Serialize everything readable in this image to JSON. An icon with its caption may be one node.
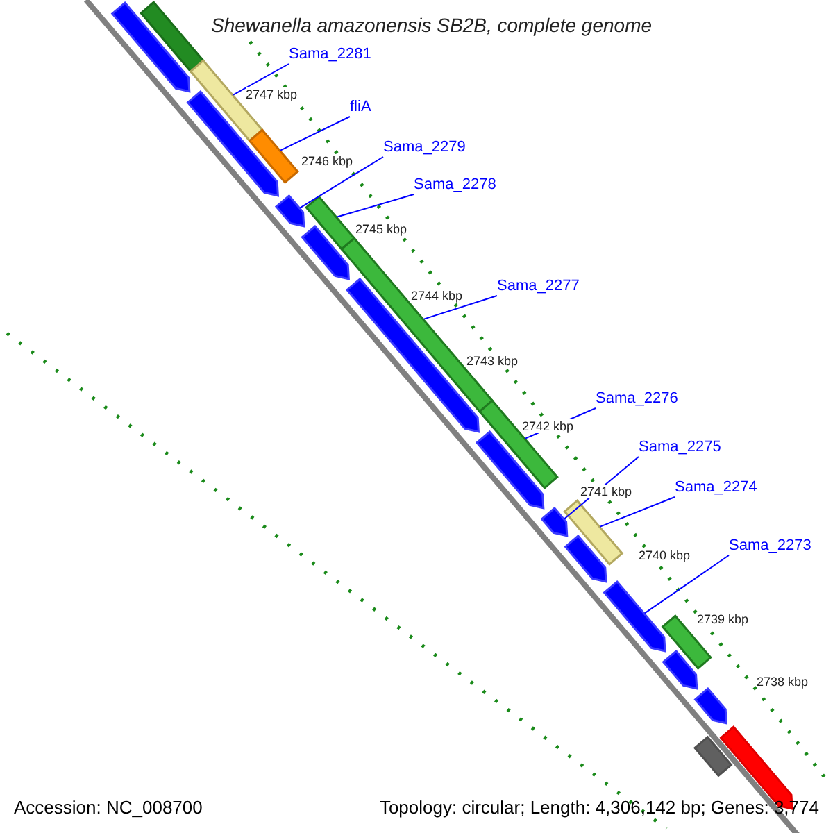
{
  "diagram": {
    "title": "Shewanella amazonensis SB2B, complete genome",
    "nodes": [
      {
        "text": [
          "Sama_2281"
        ]
      },
      {
        "text": [
          "fliA"
        ]
      },
      {
        "text": [
          "Sama_2279"
        ]
      },
      {
        "text": [
          "Sama_2278"
        ]
      },
      {
        "text": [
          "Sama_2277"
        ]
      },
      {
        "text": [
          "Sama_2276"
        ]
      },
      {
        "text": [
          "Sama_2275"
        ]
      },
      {
        "text": [
          "Sama_2274"
        ]
      },
      {
        "text": [
          "Sama_2273"
        ]
      },
      {
        "text": [],
        "shape": "bar"
      },
      {
        "text": [],
        "shape": "arrow"
      },
      {
        "text": [],
        "shape": "bar"
      },
      {
        "text": [],
        "shape": "arrow"
      },
      {
        "text": [],
        "shape": "bar"
      },
      {
        "text": [],
        "shape": "arrow"
      },
      {
        "text": [],
        "shape": "bar"
      },
      {
        "text": [],
        "shape": "arrow"
      },
      {
        "text": [],
        "shape": "bar"
      },
      {
        "text": [],
        "shape": "arrow"
      },
      {
        "text": [],
        "shape": "bar"
      },
      {
        "text": [],
        "shape": "arrow"
      },
      {
        "text": [],
        "shape": "arrow"
      },
      {
        "text": [],
        "shape": "bar"
      },
      {
        "text": [],
        "shape": "arrow"
      },
      {
        "text": [],
        "shape": "arrow"
      },
      {
        "text": [],
        "shape": "bar"
      },
      {
        "text": [],
        "shape": "arrow"
      },
      {
        "text": [],
        "shape": "arrow"
      },
      {
        "text": [],
        "shape": "bar"
      },
      {
        "text": [],
        "shape": "arrow"
      }
    ],
    "edges": [
      {
        "from": 0,
        "to": 11,
        "arrow": "none"
      },
      {
        "from": 1,
        "to": 13,
        "arrow": "none"
      },
      {
        "from": 2,
        "to": 14,
        "arrow": "none"
      },
      {
        "from": 3,
        "to": 15,
        "arrow": "none"
      },
      {
        "from": 4,
        "to": 17,
        "arrow": "none"
      },
      {
        "from": 5,
        "to": 19,
        "arrow": "none"
      },
      {
        "from": 6,
        "to": 21,
        "arrow": "none"
      },
      {
        "from": 7,
        "to": 22,
        "arrow": "none"
      },
      {
        "from": 8,
        "to": 24,
        "arrow": "none"
      }
    ],
    "labels": [
      "2747 kbp",
      "2746 kbp",
      "2745 kbp",
      "2744 kbp",
      "2743 kbp",
      "2742 kbp",
      "2741 kbp",
      "2740 kbp",
      "2739 kbp",
      "2738 kbp",
      "Accession: NC_008700",
      "Topology: circular; Length: 4,306,142 bp; Genes: 3,774"
    ]
  }
}
